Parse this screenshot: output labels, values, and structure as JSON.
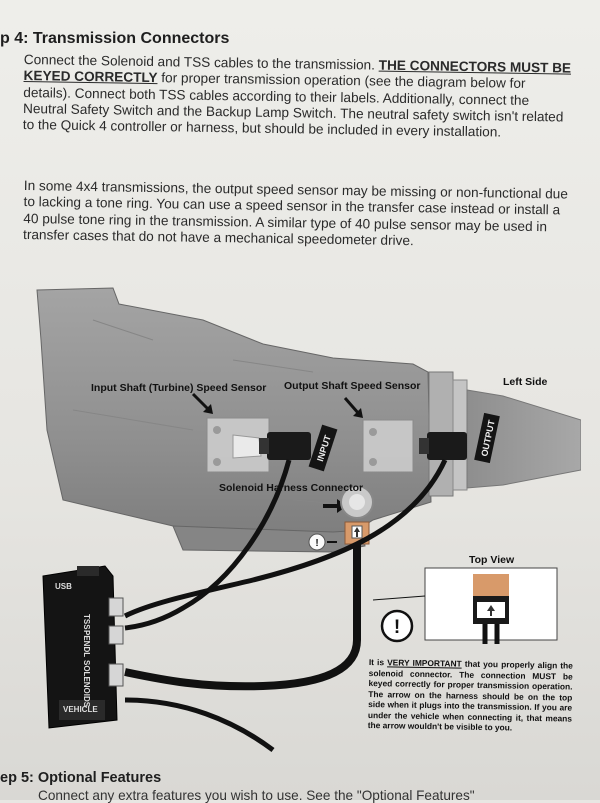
{
  "heading": "p 4: Transmission Connectors",
  "para1": {
    "a": "Connect the Solenoid and TSS cables to the transmission. ",
    "b": "THE CONNECTORS MUST BE KEYED CORRECTLY",
    "c": " for proper transmission operation (see the diagram below for details). Connect both TSS cables according to their labels. Additionally, connect the Neutral Safety Switch and the Backup Lamp Switch. The neutral safety switch isn't related to the Quick 4 controller or harness, but should be included in every installation."
  },
  "para2": "In some 4x4 transmissions, the output speed sensor may be missing or non-functional due to lacking a tone ring. You can use a speed sensor in the transfer case instead or install a 40 pulse tone ring in the transmission. A similar type of 40 pulse sensor may be used in transfer cases that do not have a mechanical speedometer drive.",
  "diagram": {
    "input_sensor_label": "Input Shaft (Turbine) Speed Sensor",
    "output_sensor_label": "Output Shaft Speed Sensor",
    "left_side_label": "Left Side",
    "harness_label": "Solenoid Harness Connector",
    "top_view_label": "Top View",
    "input_tag": "INPUT",
    "output_tag": "OUTPUT",
    "tcm": {
      "usb": "USB",
      "tss": "TSS",
      "pendl": "PENDL",
      "solenoids": "SOLENOIDS",
      "vehicle": "VEHICLE"
    },
    "note_a": "It is ",
    "note_b": "VERY IMPORTANT",
    "note_c": " that you properly align the solenoid connector. The connection ",
    "note_d": "MUST",
    "note_e": " be keyed correctly for proper transmission operation. The arrow on the harness should be on the top side when it plugs into the transmission. If you are under the vehicle when connecting it, that means the arrow wouldn't be visible to you."
  },
  "step5": "ep 5: Optional Features",
  "step5_cut": "Connect any extra features you wish to use. See the \"Optional Features\"",
  "colors": {
    "transmission_fill": "#9a9a9a",
    "tcm_fill": "#141414",
    "cable": "#111111",
    "connector_orange": "#d89a6a"
  }
}
